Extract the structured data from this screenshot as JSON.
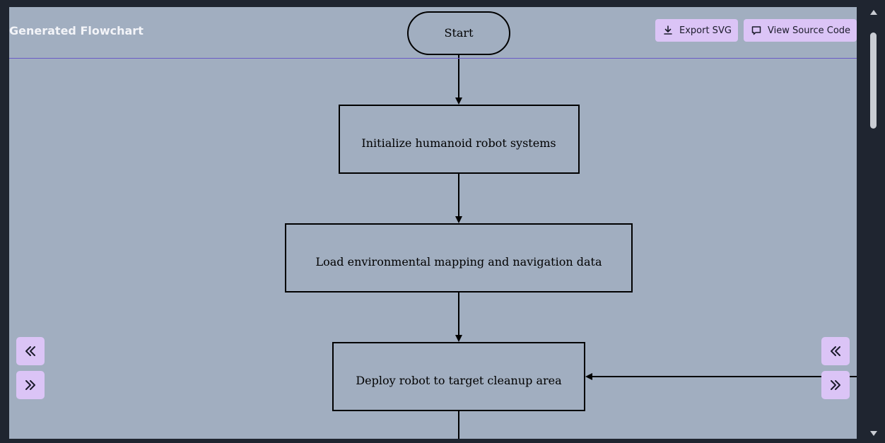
{
  "header": {
    "title": "Generated Flowchart",
    "export_label": "Export SVG",
    "source_label": "View Source Code"
  },
  "icons": {
    "export": "download-icon",
    "source": "message-square-icon",
    "collapse": "chevrons-left-icon",
    "expand": "chevrons-right-icon"
  },
  "colors": {
    "canvas": "#a1aec0",
    "button": "#dbc4f6",
    "header_rule": "#6a5bc6",
    "frame": "#1f2530"
  },
  "flowchart": {
    "nodes": [
      {
        "id": "start",
        "shape": "terminal",
        "label": "Start"
      },
      {
        "id": "init",
        "shape": "process",
        "label": "Initialize humanoid robot systems"
      },
      {
        "id": "load",
        "shape": "process",
        "label": "Load environmental mapping and navigation data"
      },
      {
        "id": "deploy",
        "shape": "process",
        "label": "Deploy robot to target cleanup area"
      }
    ],
    "edges": [
      {
        "from": "start",
        "to": "init"
      },
      {
        "from": "init",
        "to": "load"
      },
      {
        "from": "load",
        "to": "deploy"
      },
      {
        "from": "offscreen-right",
        "to": "deploy"
      },
      {
        "from": "deploy",
        "to": "offscreen-bottom"
      }
    ]
  }
}
